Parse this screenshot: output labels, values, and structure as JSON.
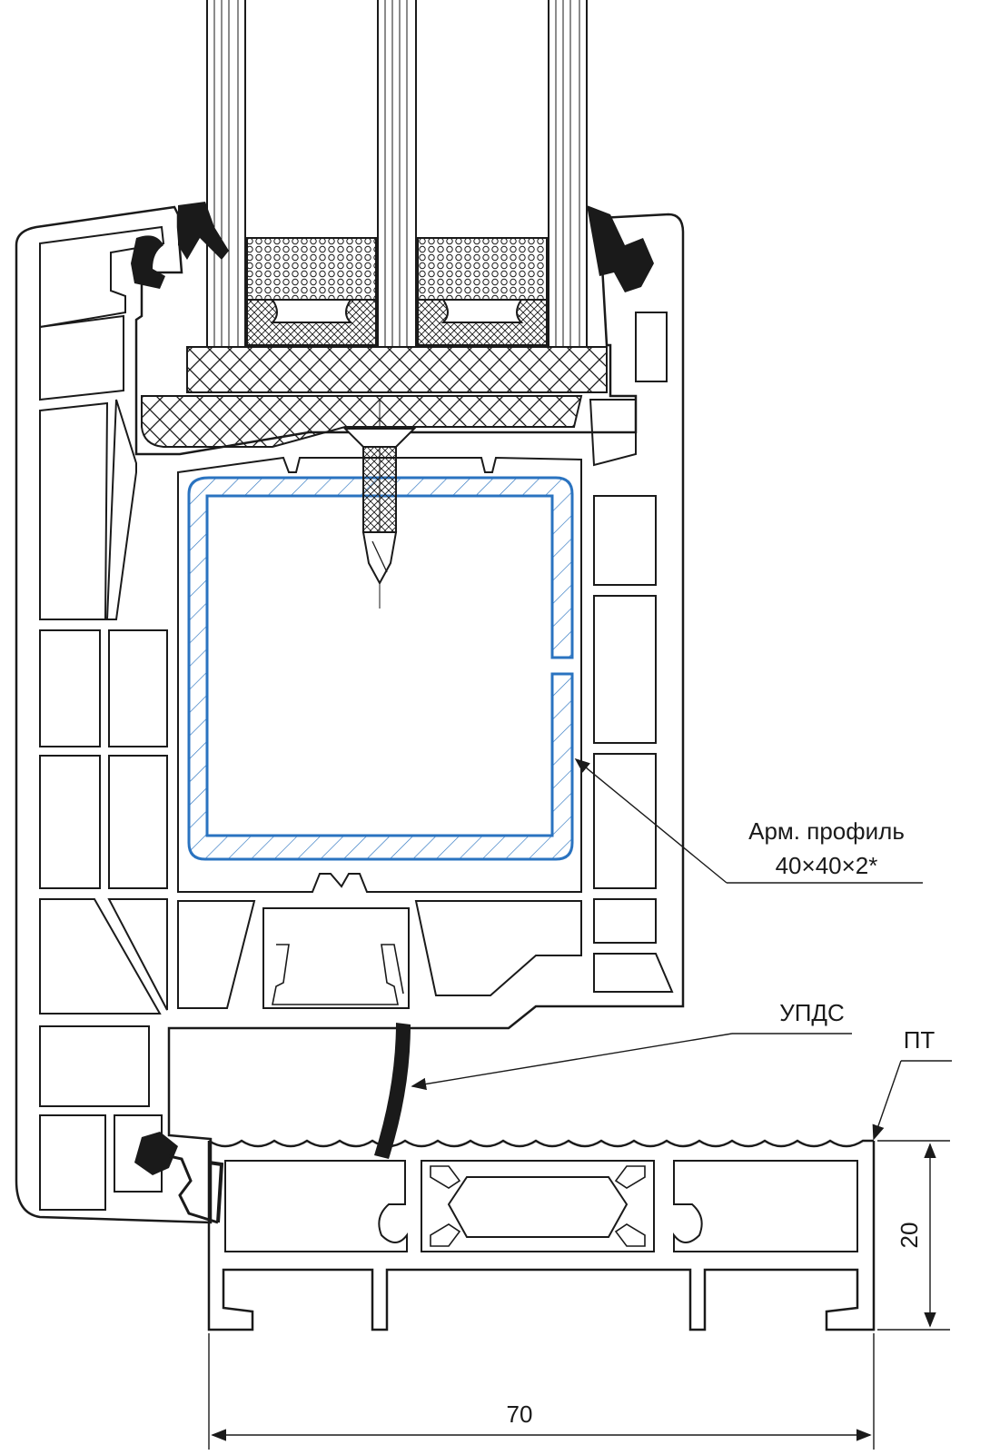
{
  "labels": {
    "reinforcement_line1": "Арм. профиль",
    "reinforcement_line2": "40×40×2*",
    "seal_label": "УПДС",
    "threshold_label": "ПТ",
    "height_dim": "20",
    "width_dim": "70"
  },
  "colors": {
    "line": "#1a1a1a",
    "reinforcement": "#2a73c0",
    "background": "#ffffff"
  }
}
